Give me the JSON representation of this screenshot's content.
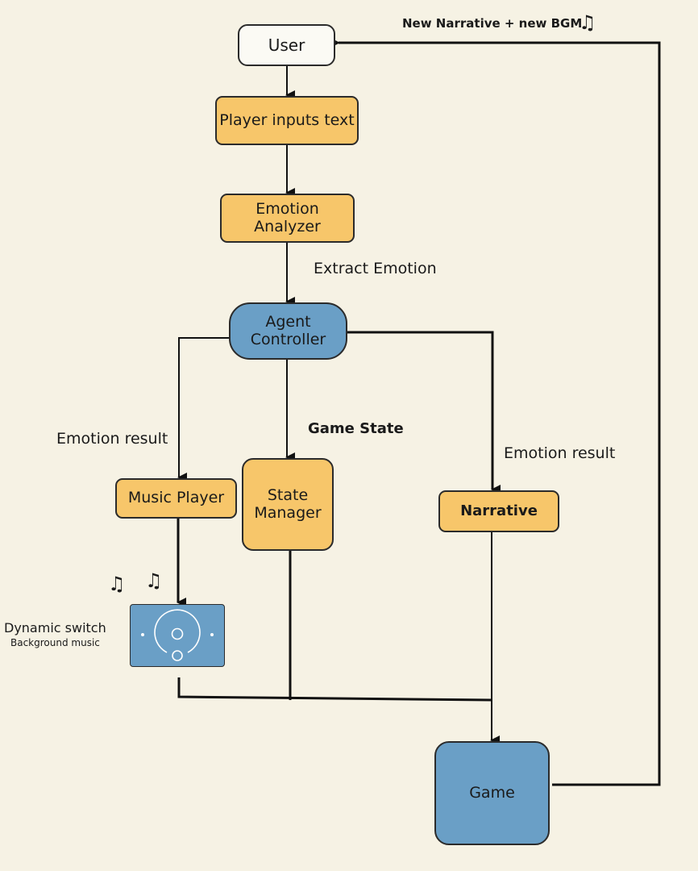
{
  "diagram": {
    "nodes": {
      "user": "User",
      "player_input": "Player inputs text",
      "emotion_analyzer": "Emotion Analyzer",
      "agent_controller": [
        "Agent",
        "Controller"
      ],
      "music_player": "Music Player",
      "state_manager": [
        "State",
        "Manager"
      ],
      "narrative": "Narrative",
      "game": "Game"
    },
    "edge_labels": {
      "feedback": "New Narrative + new BGM",
      "extract": "Extract  Emotion",
      "emotion_result_left": "Emotion result",
      "game_state": "Game State",
      "emotion_result_right": "Emotion result"
    },
    "music_switch": {
      "title": "Dynamic switch",
      "subtitle": "Background music",
      "note_symbol": "♫"
    },
    "colors": {
      "background": "#f6f2e4",
      "orange_node": "#f7c66a",
      "blue_node": "#6a9fc6",
      "outline": "#2b2b2b"
    }
  }
}
